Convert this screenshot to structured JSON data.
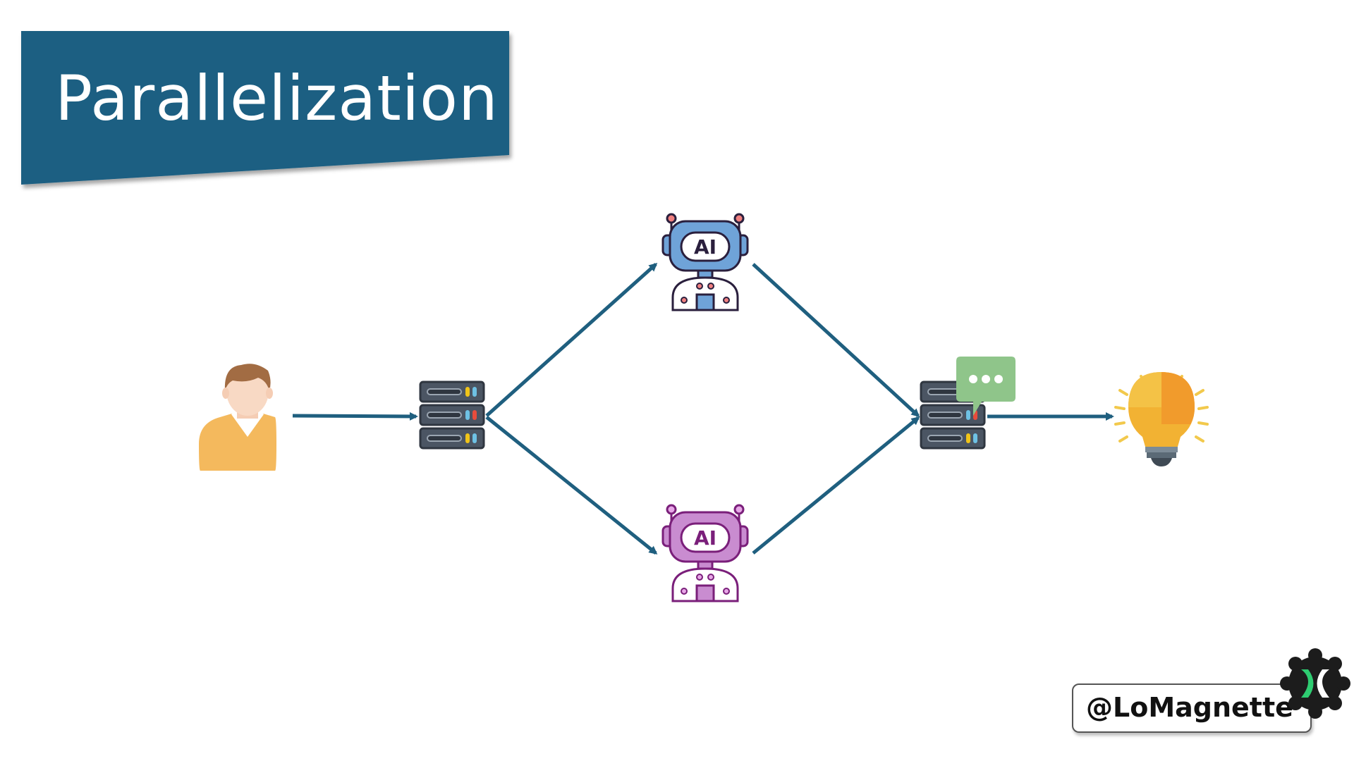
{
  "title": "Parallelization",
  "handle": "@LoMagnette",
  "colors": {
    "banner": "#1a5f82",
    "arrow": "#1f5f7f",
    "robot_top": "#6fa3d8",
    "robot_bottom": "#c98cd0",
    "bubble": "#8fc58a",
    "bulb": "#f2b233"
  },
  "icons": {
    "user": "user-icon",
    "router_server": "server-icon",
    "llm_1": "robot-ai-icon",
    "llm_2": "robot-ai-icon",
    "aggregator_server": "server-icon",
    "aggregator_badge": "chat-bubble-icon",
    "result": "lightbulb-puzzle-icon",
    "brand_logo": "gear-logo-icon"
  },
  "robot_label": "AI"
}
